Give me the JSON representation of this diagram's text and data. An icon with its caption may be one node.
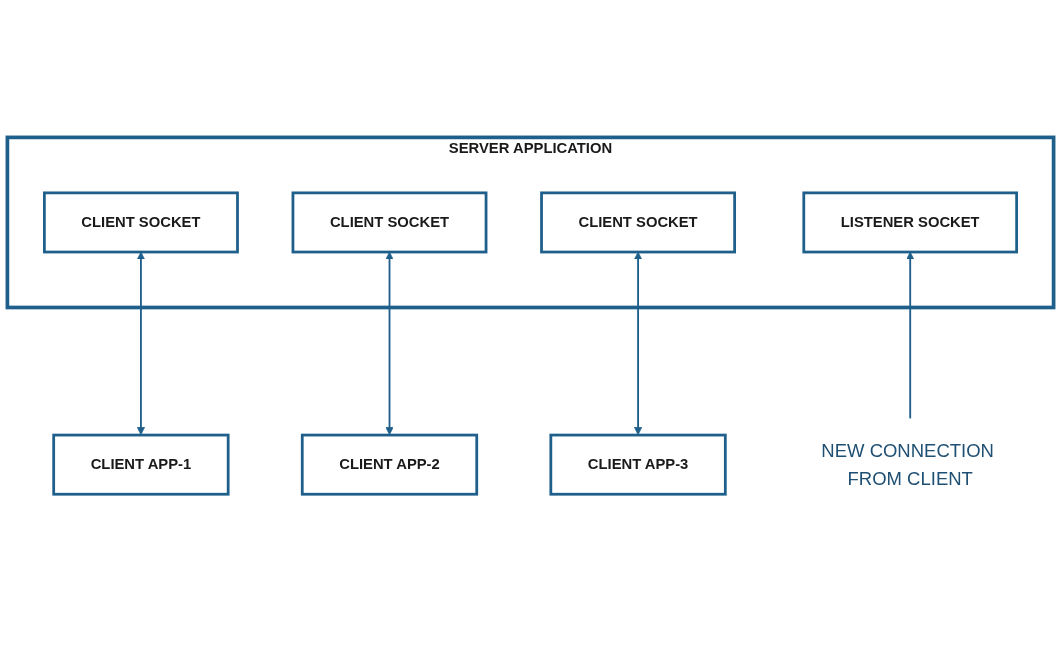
{
  "diagram": {
    "nodes": [
      {
        "text": [
          "SERVER APPLICATION"
        ]
      },
      {
        "text": [
          "CLIENT SOCKET"
        ],
        "in": 0
      },
      {
        "text": [
          "CLIENT SOCKET"
        ],
        "in": 0
      },
      {
        "text": [
          "CLIENT SOCKET"
        ],
        "in": 0
      },
      {
        "text": [
          "LISTENER SOCKET"
        ],
        "in": 0
      },
      {
        "text": [
          "CLIENT APP-1"
        ]
      },
      {
        "text": [
          "CLIENT APP-2"
        ]
      },
      {
        "text": [
          "CLIENT APP-3"
        ]
      },
      {
        "text": [
          "NEW CONNECTION FROM CLIENT"
        ]
      }
    ],
    "edges": [
      {
        "from": 5,
        "to": 1,
        "arrow": "both"
      },
      {
        "from": 6,
        "to": 2,
        "arrow": "both"
      },
      {
        "from": 7,
        "to": 3,
        "arrow": "both"
      },
      {
        "from": 8,
        "to": 4,
        "arrow": "to"
      }
    ]
  }
}
